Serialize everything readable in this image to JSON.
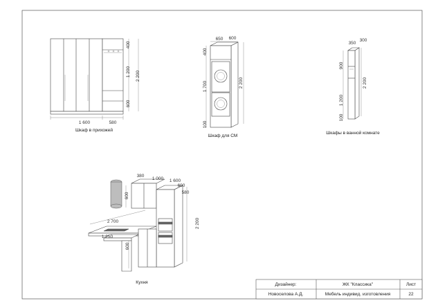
{
  "drawings": {
    "hallway": {
      "caption": "Шкаф в прихожей",
      "dims": {
        "width_main": "1 600",
        "width_side": "580",
        "h_top": "400",
        "h_mid": "1 200",
        "h_total": "2 200",
        "h_bottom": "600"
      }
    },
    "washer": {
      "caption": "Шкаф для СМ",
      "dims": {
        "w": "650",
        "d": "600",
        "h_top": "400",
        "h_mid": "1 700",
        "h_total": "2 200",
        "h_bottom": "100"
      }
    },
    "bathroom": {
      "caption": "Шкафы в ванной комнате",
      "dims": {
        "w": "350",
        "d": "300",
        "h_top": "900",
        "h_total": "2 200",
        "h_mid": "1 200",
        "h_bottom": "100"
      }
    },
    "kitchen": {
      "caption": "Кухня",
      "dims": {
        "a": "380",
        "b": "1 000",
        "c": "1 600",
        "d": "600",
        "e": "600",
        "f": "2 700",
        "g": "1 250",
        "h": "600",
        "i": "2 200",
        "j": "580"
      }
    }
  },
  "title_block": {
    "designer_label": "Дизайнер:",
    "project": "ЖК \"Классика\"",
    "sheet_label": "Лист",
    "designer_name": "Новоселова А.Д.",
    "description": "Мебель индивид. изготовления",
    "sheet_number": "22"
  }
}
